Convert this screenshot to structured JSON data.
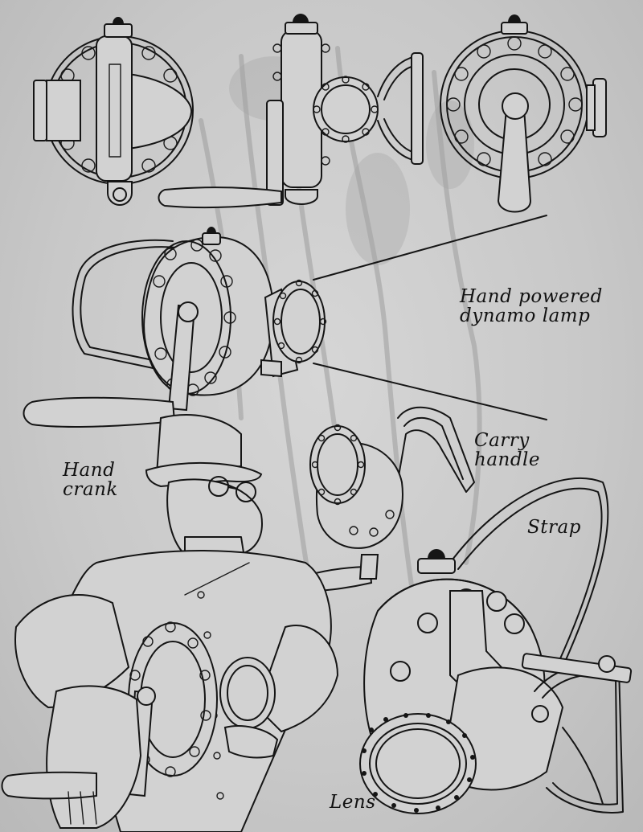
{
  "labels": {
    "lamp": "Hand powered\ndynamo lamp",
    "carry_handle": "Carry\nhandle",
    "hand_crank": "Hand\ncrank",
    "strap": "Strap",
    "lens": "Lens"
  },
  "colors": {
    "paper": "#c9c9c9",
    "ink": "#151515",
    "stain": "#9c9c9c"
  }
}
